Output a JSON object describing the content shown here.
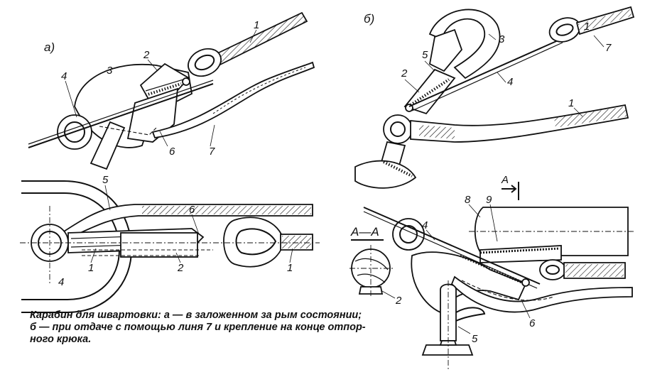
{
  "figure": {
    "section_a": "а)",
    "section_b": "б)",
    "section_cut": "А—А",
    "cut_marker": "А",
    "labels_a_top": [
      "1",
      "2",
      "3",
      "4",
      "6",
      "7"
    ],
    "labels_a_bottom": [
      "5",
      "6",
      "1",
      "2",
      "4",
      "1"
    ],
    "labels_b": [
      "1",
      "2",
      "3",
      "4",
      "5",
      "7",
      "8",
      "9",
      "4",
      "6",
      "2",
      "5"
    ]
  },
  "caption": {
    "line1": "Карабин для швартовки: а — в заложенном за рым состоянии;",
    "line2": "б — при отдаче с помощью линя 7 и крепление на конце отпор-",
    "line3": "ного крюка."
  }
}
